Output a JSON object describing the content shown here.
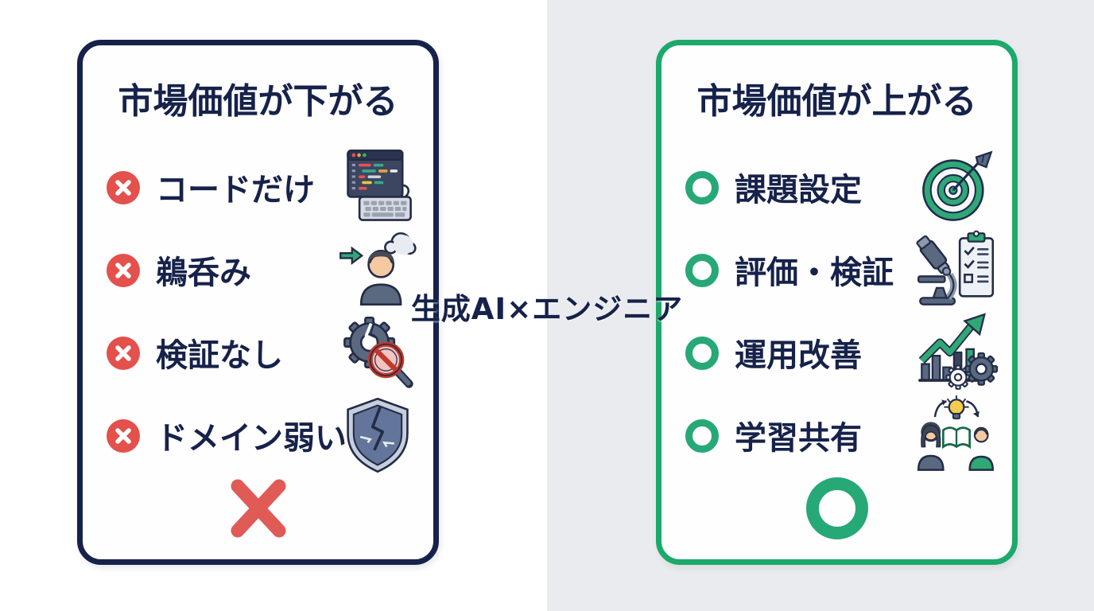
{
  "page": {
    "center_label": "生成AI×エンジニア",
    "background_left_color": "#ffffff",
    "background_right_color": "#e9ebee"
  },
  "left_card": {
    "title": "市場価値が下がる",
    "border_color": "#16224a",
    "marker_color": "#e4504b",
    "marker_type": "x-badge",
    "verdict_mark": "cross",
    "verdict_color": "#e05b56",
    "items": [
      {
        "label": "コードだけ",
        "icon": "code-editor-keyboard-icon"
      },
      {
        "label": "鵜呑み",
        "icon": "person-thinking-icon"
      },
      {
        "label": "検証なし",
        "icon": "broken-gear-prohibited-icon"
      },
      {
        "label": "ドメイン弱い",
        "icon": "cracked-shield-icon"
      }
    ]
  },
  "right_card": {
    "title": "市場価値が上がる",
    "border_color": "#1ca96b",
    "marker_color": "#27a877",
    "marker_type": "o-ring",
    "verdict_mark": "circle",
    "verdict_color": "#27a877",
    "items": [
      {
        "label": "課題設定",
        "icon": "target-dart-icon"
      },
      {
        "label": "評価・検証",
        "icon": "microscope-checklist-icon"
      },
      {
        "label": "運用改善",
        "icon": "growth-chart-gears-icon"
      },
      {
        "label": "学習共有",
        "icon": "knowledge-sharing-icon"
      }
    ]
  }
}
